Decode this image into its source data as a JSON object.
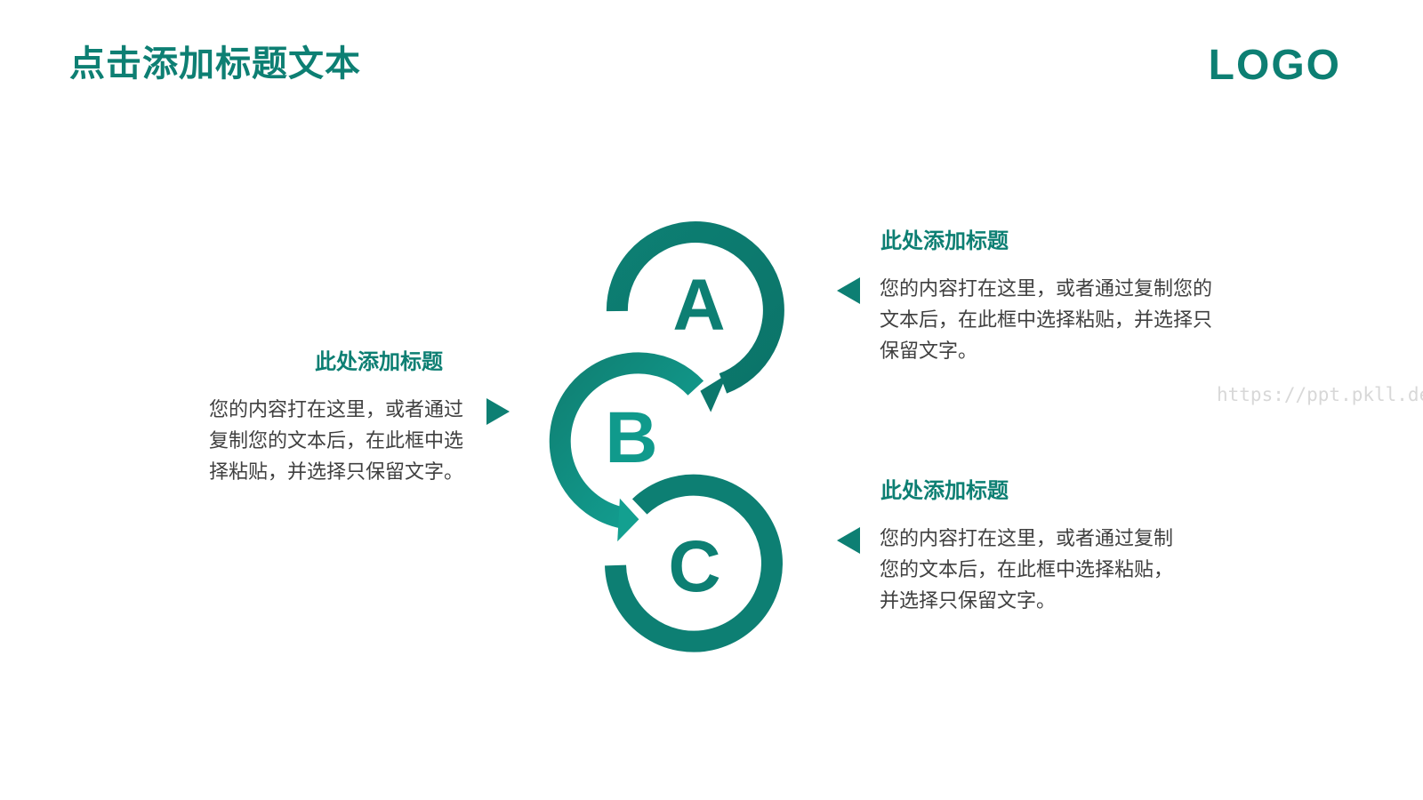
{
  "slide": {
    "title": "点击添加标题文本",
    "logo": "LOGO",
    "watermark": "https://ppt.pkll.de"
  },
  "diagram": {
    "steps": [
      {
        "letter": "A",
        "color": "#0d7f73"
      },
      {
        "letter": "B",
        "color": "#109a8c"
      },
      {
        "letter": "C",
        "color": "#0d7f73"
      }
    ]
  },
  "blocks": [
    {
      "title": "此处添加标题",
      "text": "您的内容打在这里，或者通过复制您的文本后，在此框中选择粘贴，并选择只保留文字。"
    },
    {
      "title": "此处添加标题",
      "text": "您的内容打在这里，或者通过复制您的文本后，在此框中选择粘贴，并选择只保留文字。"
    },
    {
      "title": "此处添加标题",
      "text": "您的内容打在这里，或者通过复制您的文本后，在此框中选择粘贴，并选择只保留文字。"
    }
  ],
  "colors": {
    "accent": "#0d7f73",
    "accent_light": "#109a8c",
    "body_text": "#404040"
  }
}
